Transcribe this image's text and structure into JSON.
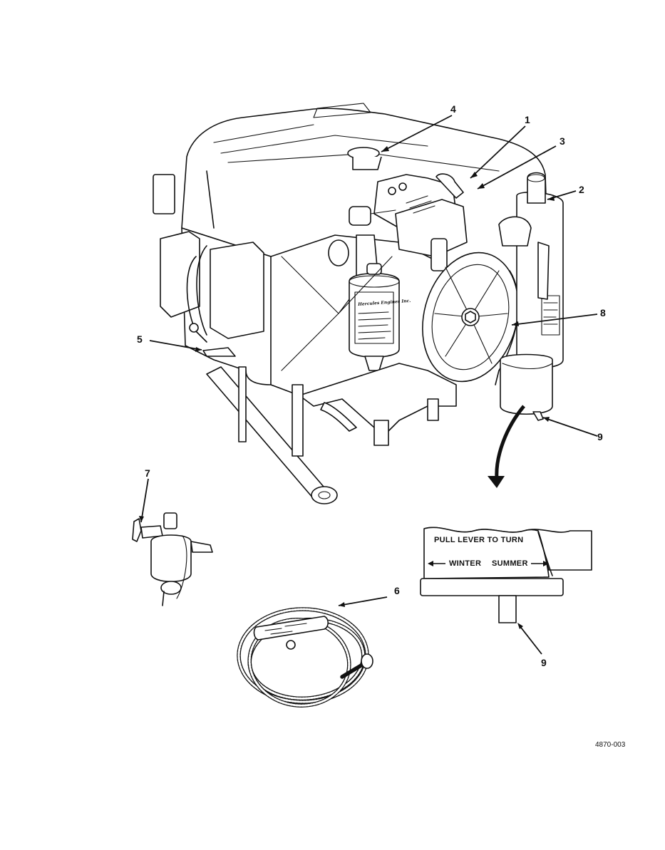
{
  "figure": {
    "id": "4870-003",
    "callouts": [
      {
        "label": "1",
        "part": "lever"
      },
      {
        "label": "2",
        "part": "air-cleaner-cap"
      },
      {
        "label": "3",
        "part": "linkage"
      },
      {
        "label": "4",
        "part": "oil-filler-cap"
      },
      {
        "label": "5",
        "part": "drain-hose"
      },
      {
        "label": "6",
        "part": "starter-rope"
      },
      {
        "label": "7",
        "part": "fuel-strainer"
      },
      {
        "label": "8",
        "part": "flywheel-guard"
      },
      {
        "label": "9",
        "part": "drain-valve"
      }
    ],
    "detail_plate": {
      "line1": "PULL LEVER TO TURN",
      "left_label": "WINTER",
      "right_label": "SUMMER",
      "callout": "9"
    },
    "filter_label": {
      "brand": "Hercules Engines Inc."
    }
  }
}
